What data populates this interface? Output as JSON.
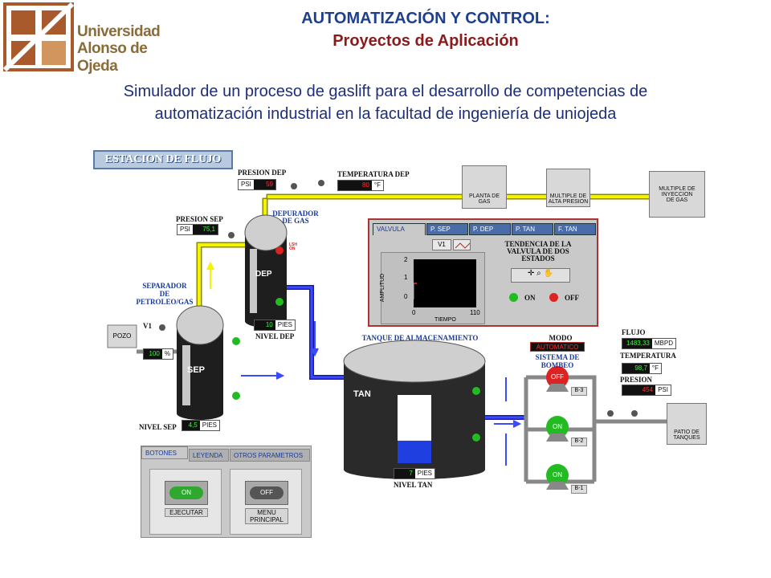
{
  "header": {
    "logo_line1": "Universidad",
    "logo_line2": "Alonso de Ojeda",
    "title": "AUTOMATIZACIÓN Y CONTROL:",
    "subtitle": "Proyectos de Aplicación",
    "description_line1": "Simulador de un proceso de gaslift para el desarrollo de competencias de",
    "description_line2": "automatización industrial en la facultad de ingeniería de uniojeda"
  },
  "colors": {
    "title_blue": "#1d3f8c",
    "subtitle_red": "#8b1a1a",
    "panel_border": "#aa3333",
    "gas_pipe": "#f0f000",
    "liquid_pipe": "#2233dd",
    "on_green": "#22bb22",
    "off_red": "#dd2222"
  },
  "station": {
    "title": "ESTACION DE FLUJO"
  },
  "labels": {
    "presion_dep": "PRESION DEP",
    "temperatura_dep": "TEMPERATURA DEP",
    "presion_sep": "PRESION SEP",
    "depurador": "DEPURADOR\nDE GAS",
    "separador": "SEPARADOR\nDE\nPETROLEO/GAS",
    "v1": "V1",
    "pozo": "POZO",
    "dep": "DEP",
    "sep": "SEP",
    "tan": "TAN",
    "nivel_dep": "NIVEL DEP",
    "nivel_sep": "NIVEL SEP",
    "nivel_tan": "NIVEL TAN",
    "tanque": "TANQUE DE ALMACENAMIENTO",
    "planta": "PLANTA DE\nGAS",
    "multiple_alta": "MULTIPLE DE\nALTA PRESION",
    "multiple_iny": "MULTIPLE DE\nINYECCION\nDE GAS",
    "patio": "PATIO DE\nTANQUES",
    "modo": "MODO",
    "modo_val": "AUTOMATICO",
    "sistema_bombeo": "SISTEMA DE BOMBEO",
    "flujo": "FLUJO",
    "temperatura": "TEMPERATURA",
    "presion": "PRESION",
    "lsh_on": "LSH\nON",
    "b3": "B-3",
    "b2": "B-2",
    "b1": "B-1",
    "pump_off": "OFF",
    "pump_on": "ON"
  },
  "indicators": {
    "presion_dep": {
      "unit": "PSI",
      "value": "59"
    },
    "temperatura_dep": {
      "unit": "°F",
      "value": "80"
    },
    "presion_sep": {
      "unit": "PSI",
      "value": "75,1"
    },
    "v1": {
      "unit": "%",
      "value": "100"
    },
    "nivel_dep": {
      "unit": "PIES",
      "value": "10"
    },
    "nivel_sep": {
      "unit": "PIES",
      "value": "4,5"
    },
    "nivel_tan": {
      "unit": "PIES",
      "value": "7"
    },
    "flujo": {
      "unit": "MBPD",
      "value": "1483,33"
    },
    "temperatura": {
      "unit": "°F",
      "value": "98,7"
    },
    "presion": {
      "unit": "PSI",
      "value": "454"
    }
  },
  "trend_panel": {
    "tabs": [
      "VALVULA",
      "P. SEP",
      "P. DEP",
      "P. TAN",
      "F. TAN"
    ],
    "selector": "V1",
    "title": "TENDENCIA DE LA\nVALVULA DE DOS\nESTADOS",
    "y_label": "AMPLITUD",
    "x_label": "TIEMPO",
    "y_ticks": [
      "2",
      "1",
      "0"
    ],
    "x_ticks": [
      "0",
      "110"
    ],
    "on": "ON",
    "off": "OFF"
  },
  "controls": {
    "tabs": [
      "BOTONES",
      "LEYENDA",
      "OTROS PARAMETROS"
    ],
    "execute": {
      "state": "ON",
      "caption": "EJECUTAR"
    },
    "menu": {
      "state": "OFF",
      "caption": "MENU\nPRINCIPAL"
    }
  },
  "tank": {
    "level_fraction": 0.33
  }
}
